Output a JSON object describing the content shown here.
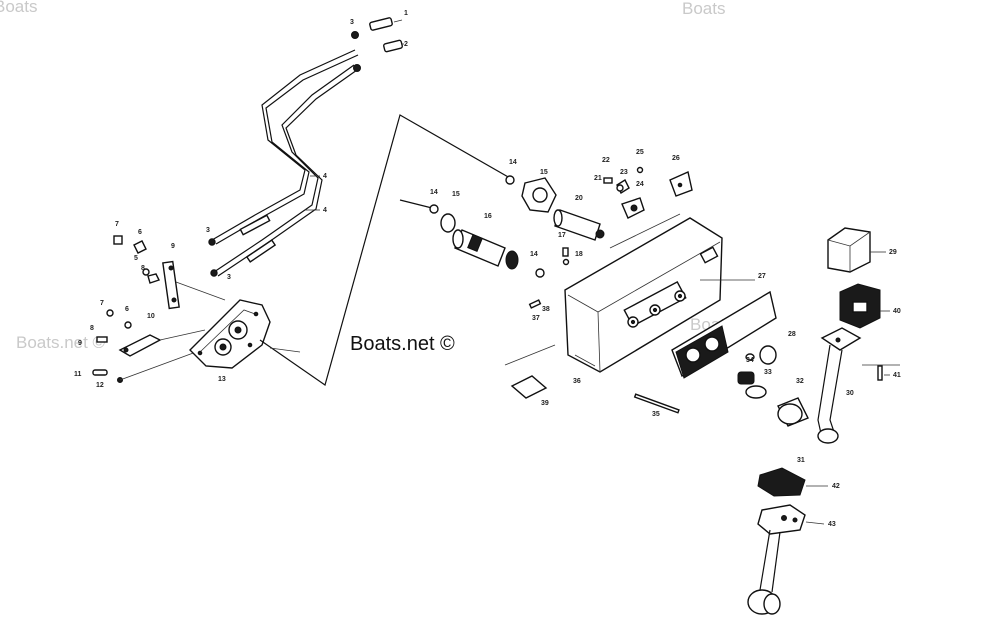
{
  "watermarks": {
    "top_left": "Boats",
    "top_right": "Boats",
    "left": "Boats.net ©",
    "right": "Boats.ne"
  },
  "credit": "Boats.net ©",
  "callouts": {
    "c1": "1",
    "c2": "2",
    "c3a": "3",
    "c3b": "3",
    "c3c": "3",
    "c4a": "4",
    "c4b": "4",
    "c5": "5",
    "c6a": "6",
    "c6b": "6",
    "c7a": "7",
    "c7b": "7",
    "c8a": "8",
    "c8b": "8",
    "c9a": "9",
    "c9b": "9",
    "c10": "10",
    "c11": "11",
    "c12": "12",
    "c13": "13",
    "c14a": "14",
    "c14b": "14",
    "c14c": "14",
    "c15a": "15",
    "c15b": "15",
    "c16": "16",
    "c17": "17",
    "c18": "18",
    "c20": "20",
    "c21": "21",
    "c22": "22",
    "c23": "23",
    "c24": "24",
    "c25": "25",
    "c26": "26",
    "c27": "27",
    "c28": "28",
    "c29": "29",
    "c30": "30",
    "c31": "31",
    "c32": "32",
    "c33": "33",
    "c34": "34",
    "c35": "35",
    "c36": "36",
    "c37": "37",
    "c38": "38",
    "c39": "39",
    "c40": "40",
    "c41": "41",
    "c42": "42",
    "c43": "43"
  }
}
